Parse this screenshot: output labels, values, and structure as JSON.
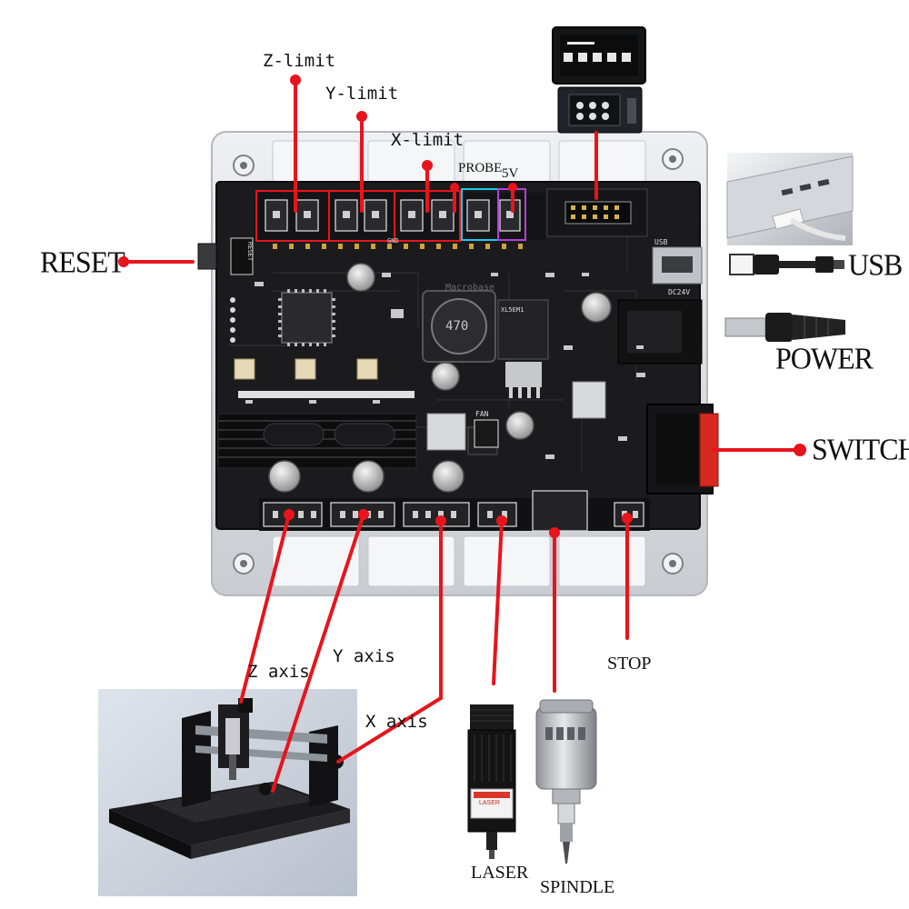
{
  "labels": {
    "z_limit": "Z-limit",
    "y_limit": "Y-limit",
    "x_limit": "X-limit",
    "probe": "PROBE",
    "five_v": "5V",
    "reset": "RESET",
    "usb": "USB",
    "power": "POWER",
    "switch": "SWITCH",
    "z_axis": "Z axis",
    "y_axis": "Y axis",
    "x_axis": "X axis",
    "stop": "STOP",
    "laser": "LASER",
    "spindle": "SPINDLE"
  },
  "board_marks": {
    "reset_pad": "RESET",
    "usb_pad": "USB",
    "dc_pad": "DC24V",
    "gnd": "GND",
    "fan": "FAN",
    "inductor": "470",
    "chip": "XL5EM1",
    "brand": "Macrobase",
    "laser_sticker": "LASER"
  },
  "colors": {
    "leader": "#e8141c",
    "limit_box": "#e8141c",
    "probe_box": "#1ec8e8",
    "five_v_box": "#b440d8",
    "pcb": "#1b1b1d",
    "case": "#d6d9dd"
  }
}
